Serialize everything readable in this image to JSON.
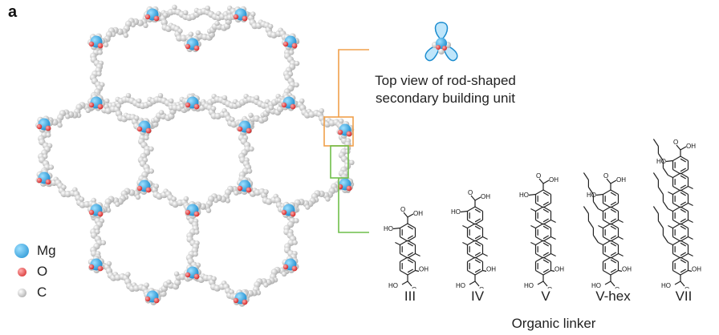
{
  "panel_letter": "a",
  "legend": [
    {
      "label": "Mg",
      "color": "#2aa6dc"
    },
    {
      "label": "O",
      "color": "#e63a3a"
    },
    {
      "label": "C",
      "color": "#c8c8c8"
    }
  ],
  "inset_caption": "Top view of rod-shaped secondary building unit",
  "linkers": [
    {
      "label": "III"
    },
    {
      "label": "IV"
    },
    {
      "label": "V"
    },
    {
      "label": "V-hex"
    },
    {
      "label": "VII"
    }
  ],
  "group_caption": "Organic linker",
  "colors": {
    "box_orange": "#f0a04b",
    "box_green": "#6fbf4a"
  }
}
